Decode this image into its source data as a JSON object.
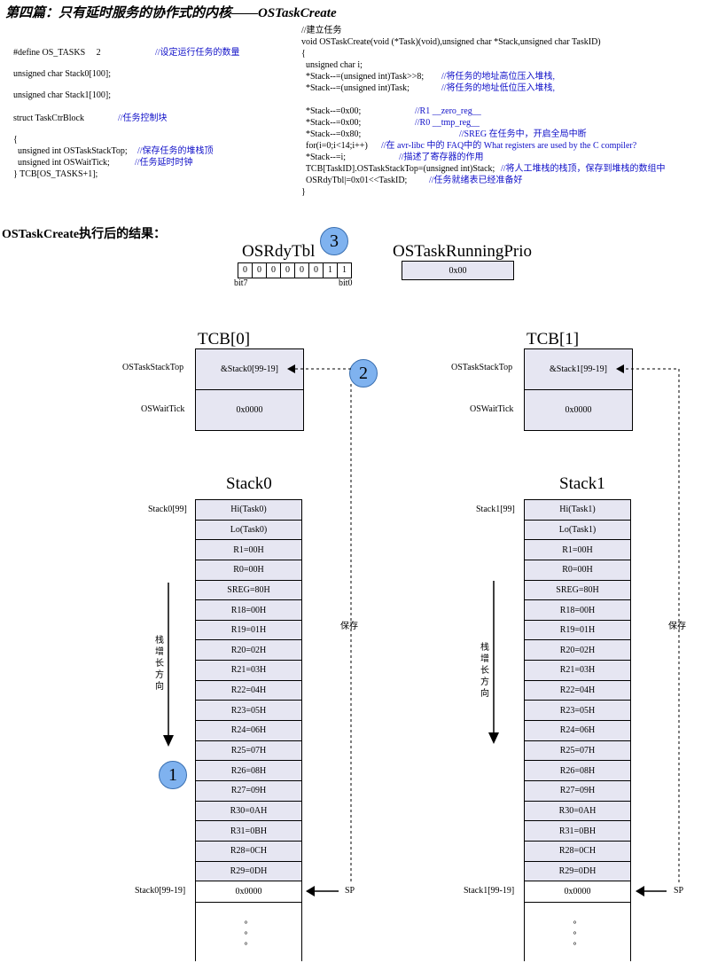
{
  "title": "第四篇：只有延时服务的协作式的内核——OSTaskCreate",
  "code_left": [
    {
      "code": "#define OS_TASKS     2",
      "comment": "//设定运行任务的数量"
    },
    {
      "code": "unsigned char Stack0[100];",
      "comment": ""
    },
    {
      "code": "unsigned char Stack1[100];",
      "comment": ""
    },
    {
      "code": "struct TaskCtrBlock",
      "comment": "//任务控制块"
    },
    {
      "code": "{",
      "comment": ""
    },
    {
      "code": "  unsigned int OSTaskStackTop;",
      "comment": "//保存任务的堆栈顶"
    },
    {
      "code": "  unsigned int OSWaitTick;",
      "comment": "//任务延时时钟"
    },
    {
      "code": "} TCB[OS_TASKS+1];",
      "comment": ""
    }
  ],
  "code_right": [
    {
      "code": "//建立任务",
      "comment": ""
    },
    {
      "code": "void OSTaskCreate(void (*Task)(void),unsigned char *Stack,unsigned char TaskID)",
      "comment": ""
    },
    {
      "code": "{",
      "comment": ""
    },
    {
      "code": "  unsigned char i;",
      "comment": ""
    },
    {
      "code": "  *Stack--=(unsigned int)Task>>8;",
      "comment": "//将任务的地址高位压入堆栈,"
    },
    {
      "code": "  *Stack--=(unsigned int)Task;",
      "comment": "//将任务的地址低位压入堆栈,"
    },
    {
      "code": "",
      "comment": ""
    },
    {
      "code": "  *Stack--=0x00;",
      "comment": "//R1 __zero_reg__"
    },
    {
      "code": "  *Stack--=0x00;",
      "comment": "//R0 __tmp_reg__"
    },
    {
      "code": "  *Stack--=0x80;",
      "comment": "//SREG 在任务中，开启全局中断"
    },
    {
      "code": "  for(i=0;i<14;i++)",
      "comment": "//在 avr-libc 中的 FAQ中的 What registers are used by the C compiler?"
    },
    {
      "code": "  *Stack--=i;",
      "comment": "//描述了寄存器的作用"
    },
    {
      "code": "  TCB[TaskID].OSTaskStackTop=(unsigned int)Stack;",
      "comment": "//将人工堆栈的栈顶，保存到堆栈的数组中"
    },
    {
      "code": "  OSRdyTbl|=0x01<<TaskID;",
      "comment": "//任务就绪表已经准备好"
    },
    {
      "code": "}",
      "comment": ""
    }
  ],
  "result_title": "OSTaskCreate执行后的结果：",
  "rdytbl": {
    "name": "OSRdyTbl",
    "bits": [
      "0",
      "0",
      "0",
      "0",
      "0",
      "0",
      "1",
      "1"
    ],
    "bit_high": "bit7",
    "bit_low": "bit0"
  },
  "running_prio": {
    "name": "OSTaskRunningPrio",
    "value": "0x00"
  },
  "markers": [
    "1",
    "2",
    "3"
  ],
  "tcb0": {
    "title": "TCB[0]",
    "fields": [
      {
        "label": "OSTaskStackTop",
        "value": "&Stack0[99-19]"
      },
      {
        "label": "OSWaitTick",
        "value": "0x0000"
      }
    ]
  },
  "tcb1": {
    "title": "TCB[1]",
    "fields": [
      {
        "label": "OSTaskStackTop",
        "value": "&Stack1[99-19]"
      },
      {
        "label": "OSWaitTick",
        "value": "0x0000"
      }
    ]
  },
  "stack0": {
    "title": "Stack0",
    "top_label": "Stack0[99]",
    "sp_label": "Stack0[99-19]",
    "cells": [
      "Hi(Task0)",
      "Lo(Task0)",
      "R1=00H",
      "R0=00H",
      "SREG=80H",
      "R18=00H",
      "R19=01H",
      "R20=02H",
      "R21=03H",
      "R22=04H",
      "R23=05H",
      "R24=06H",
      "R25=07H",
      "R26=08H",
      "R27=09H",
      "R30=0AH",
      "R31=0BH",
      "R28=0CH",
      "R29=0DH"
    ],
    "sp_value": "0x0000",
    "dots": [
      "。",
      "。",
      "。"
    ]
  },
  "stack1": {
    "title": "Stack1",
    "top_label": "Stack1[99]",
    "sp_label": "Stack1[99-19]",
    "cells": [
      "Hi(Task1)",
      "Lo(Task1)",
      "R1=00H",
      "R0=00H",
      "SREG=80H",
      "R18=00H",
      "R19=01H",
      "R20=02H",
      "R21=03H",
      "R22=04H",
      "R23=05H",
      "R24=06H",
      "R25=07H",
      "R26=08H",
      "R27=09H",
      "R30=0AH",
      "R31=0BH",
      "R28=0CH",
      "R29=0DH"
    ],
    "sp_value": "0x0000",
    "dots": [
      "。",
      "。",
      "。"
    ]
  },
  "growth_label": "栈增长方向",
  "save_label": "保存",
  "sp": "SP"
}
